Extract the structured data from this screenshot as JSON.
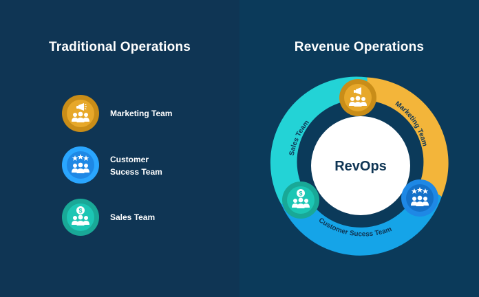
{
  "left": {
    "title": "Traditional Operations",
    "items": [
      {
        "label": "Marketing Team",
        "icon": "megaphone-team-icon",
        "color": "#e7a82a",
        "ring": "#c98d18"
      },
      {
        "label_line1": "Customer",
        "label_line2": "Sucess Team",
        "icon": "stars-team-icon",
        "color": "#1e88e5",
        "ring": "#2aa6ff"
      },
      {
        "label": "Sales Team",
        "icon": "dollar-team-icon",
        "color": "#1cc6b4",
        "ring": "#19a897"
      }
    ]
  },
  "right": {
    "title": "Revenue Operations",
    "center_label": "RevOps",
    "segments": {
      "marketing": "Marketing Team",
      "customer": "Customer Sucess Team",
      "sales": "Sales Team"
    }
  },
  "colors": {
    "left_bg": "#0f3554",
    "right_bg": "#0b3a5a",
    "marketing": "#f3b53a",
    "customer": "#15a4e8",
    "sales": "#23d3d6",
    "center_text": "#0f3554"
  }
}
